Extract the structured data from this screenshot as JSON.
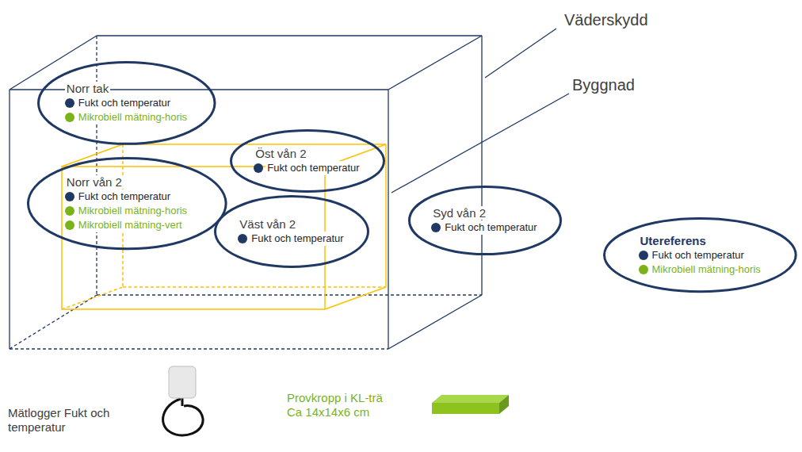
{
  "diagram": {
    "nodes": [
      {
        "text": [
          "Norr tak",
          "Fukt och temperatur",
          "Mikrobiell mätning-horis"
        ]
      },
      {
        "text": [
          "Öst vån 2",
          "Fukt och temperatur"
        ]
      },
      {
        "text": [
          "Norr vån 2",
          "Fukt och temperatur",
          "Mikrobiell mätning-horis",
          "Mikrobiell mätning-vert"
        ]
      },
      {
        "text": [
          "Väst vån 2",
          "Fukt och temperatur"
        ]
      },
      {
        "text": [
          "Syd vån 2",
          "Fukt och temperatur"
        ]
      },
      {
        "text": [
          "Utereferens",
          "Fukt och temperatur",
          "Mikrobiell mätning-horis"
        ]
      }
    ],
    "labels": [
      "Väderskydd",
      "Byggnad"
    ],
    "legend": [
      {
        "text": "Mätlogger Fukt och temperatur"
      },
      {
        "text": "Provkropp i KL-trä Ca 14x14x6 cm"
      }
    ]
  }
}
